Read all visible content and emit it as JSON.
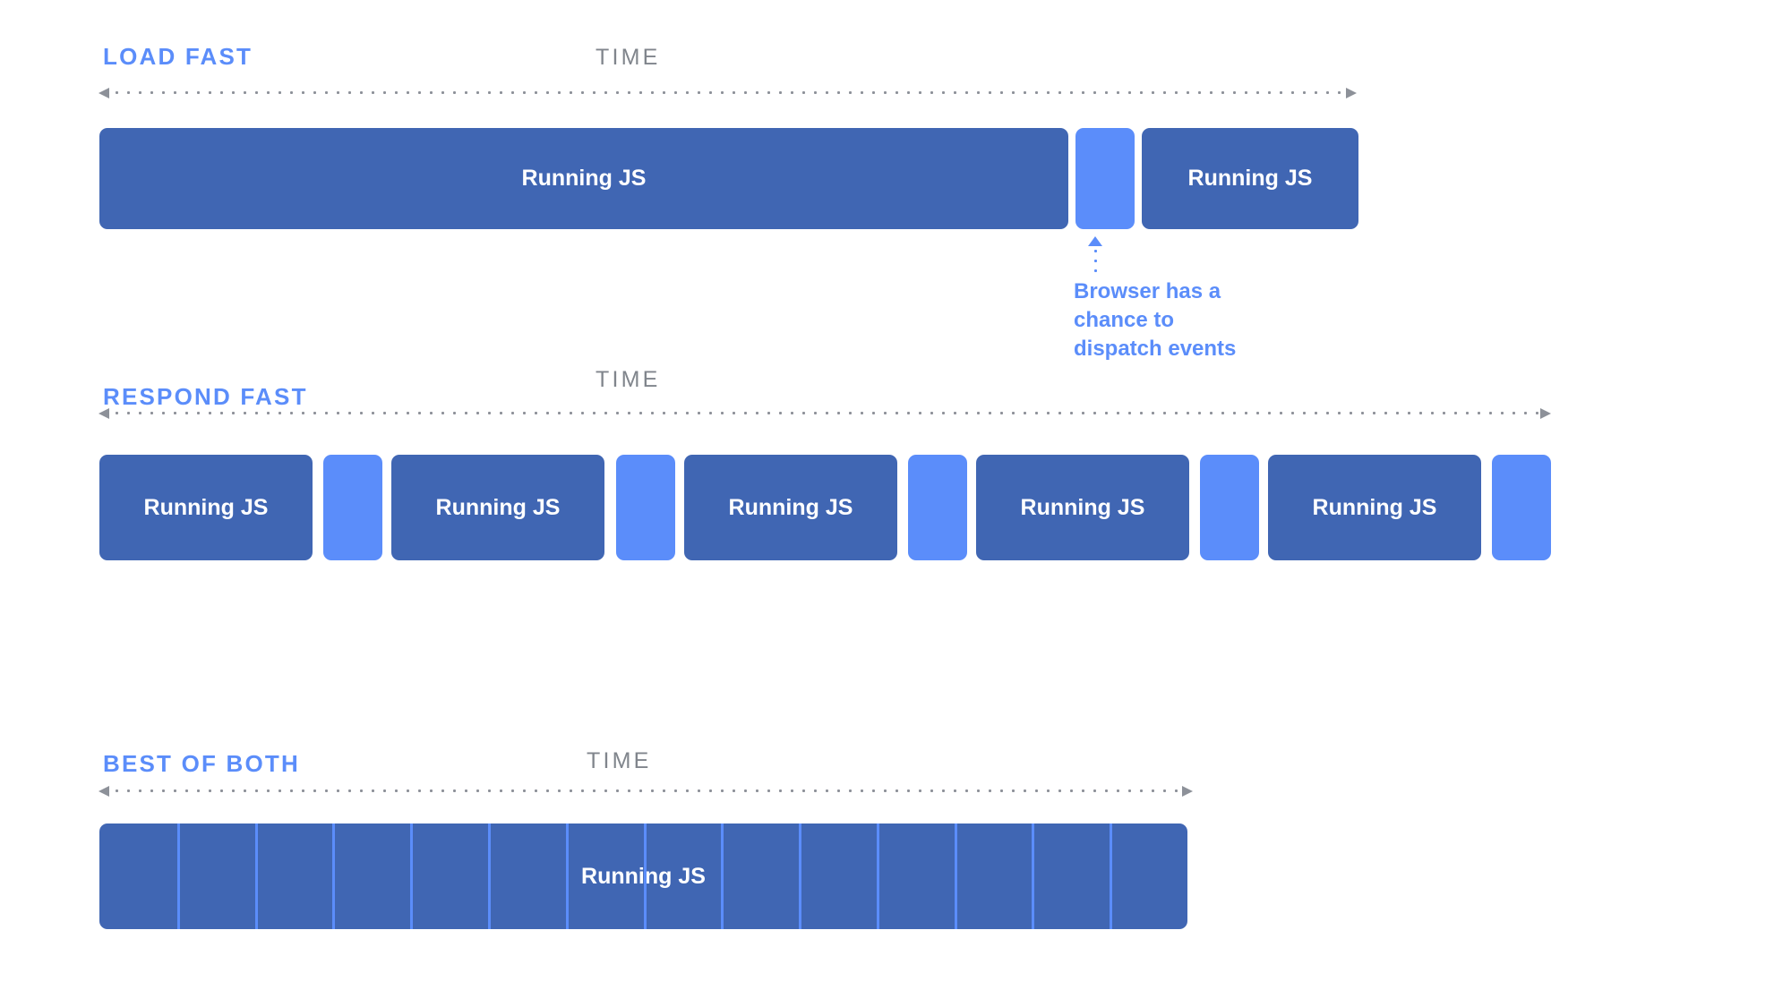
{
  "colors": {
    "js_block": "#4066b3",
    "gap_block": "#5b8dfa",
    "heading": "#5b8dfa",
    "time_label": "#80858c",
    "axis": "#8d9199",
    "background": "#ffffff",
    "block_text": "#ffffff"
  },
  "sections": [
    {
      "heading": "LOAD FAST",
      "time_label": "TIME",
      "blocks": [
        {
          "kind": "js",
          "label": "Running JS"
        },
        {
          "kind": "gap",
          "label": ""
        },
        {
          "kind": "js",
          "label": "Running JS"
        }
      ],
      "callout": {
        "text": "Browser has a\nchance to\ndispatch events"
      }
    },
    {
      "heading": "RESPOND FAST",
      "time_label": "TIME",
      "blocks": [
        {
          "kind": "js",
          "label": "Running JS"
        },
        {
          "kind": "gap",
          "label": ""
        },
        {
          "kind": "js",
          "label": "Running JS"
        },
        {
          "kind": "gap",
          "label": ""
        },
        {
          "kind": "js",
          "label": "Running JS"
        },
        {
          "kind": "gap",
          "label": ""
        },
        {
          "kind": "js",
          "label": "Running JS"
        },
        {
          "kind": "gap",
          "label": ""
        },
        {
          "kind": "js",
          "label": "Running JS"
        },
        {
          "kind": "gap",
          "label": ""
        }
      ]
    },
    {
      "heading": "BEST OF BOTH",
      "time_label": "TIME",
      "segmented_bar": {
        "label": "Running JS",
        "segment_count": 14
      }
    }
  ]
}
